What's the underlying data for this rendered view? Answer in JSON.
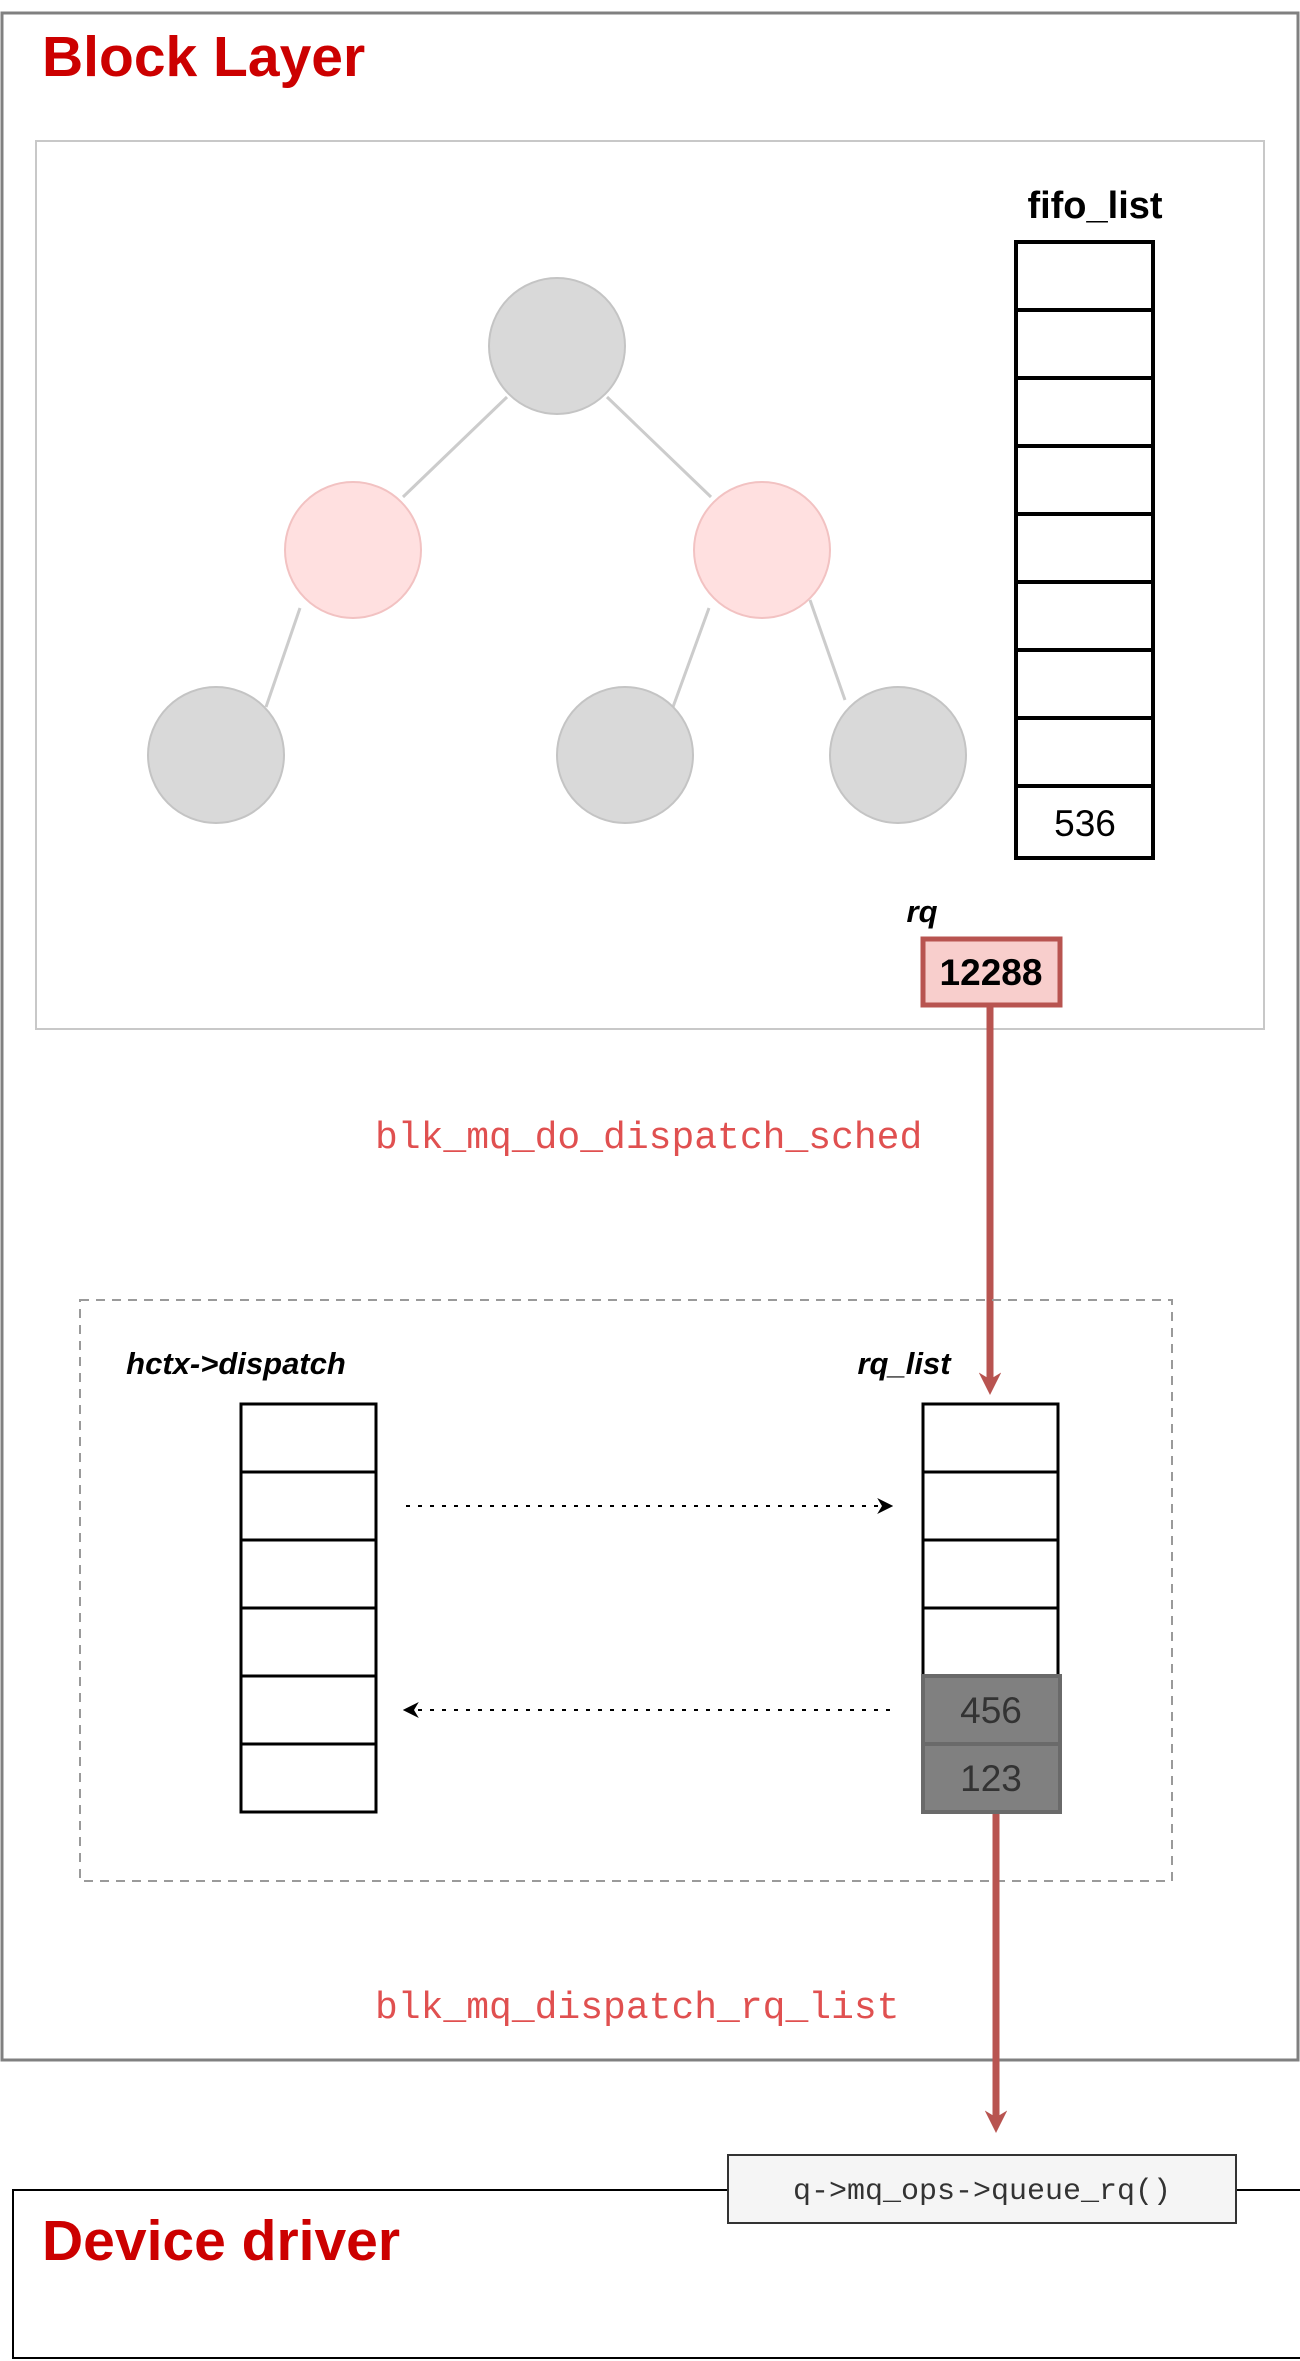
{
  "block_layer": {
    "title": "Block Layer"
  },
  "device_driver": {
    "title": "Device driver"
  },
  "fifo_list": {
    "label": "fifo_list",
    "last_cell": "536"
  },
  "rq": {
    "label": "rq",
    "value": "12288"
  },
  "dispatch_sched": {
    "func": "blk_mq_do_dispatch_sched"
  },
  "hctx_dispatch": {
    "label": "hctx->dispatch"
  },
  "rq_list": {
    "label": "rq_list",
    "cells": [
      "456",
      "123"
    ]
  },
  "dispatch_rq_list": {
    "func": "blk_mq_dispatch_rq_list"
  },
  "queue_rq": {
    "call": "q->mq_ops->queue_rq()"
  },
  "colors": {
    "title_red": "#cc0000",
    "func_red": "#e05050",
    "arrow_red": "#b85450",
    "node_gray": "#d9d9d9",
    "node_pink": "#ffe0e0",
    "rq_fill": "#f8cecc",
    "dark_cell": "#808080"
  }
}
